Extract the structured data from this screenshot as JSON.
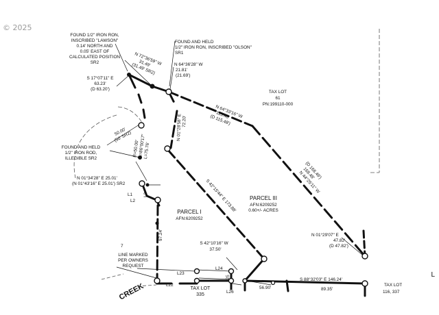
{
  "watermark": "© 2025",
  "edge_mark": "L",
  "labels": {
    "found_lawson": [
      "FOUND 1/2\" IRON RON,",
      "INSCRIBED \"LAWSON\"",
      "0.14' NORTH AND",
      "0.05' EAST OF",
      "CALCULATED POSITION",
      "SR2"
    ],
    "found_olson": [
      "FOUND AND HELD",
      "1/2\" IRON RON, INSCRIBED \"OLSON\"",
      "SR1"
    ],
    "found_illegible": [
      "FOUND AND HELD",
      "1/2\" IRON ROD,",
      "ILLEGIBLE SR2"
    ],
    "line_marked": [
      "LINE MARKED",
      "PER OWNERS",
      "REQUEST"
    ],
    "tax_lot_61": [
      "TAX LOT",
      "61",
      "PN:199110-000"
    ],
    "parcel_3": [
      "PARCEL III",
      "AFN:6209252",
      "0.60+/- ACRES"
    ],
    "parcel_1": [
      "PARCEL I",
      "AFN:6209252"
    ],
    "tax_lot_335": "TAX LOT",
    "tax_lot_335_num": "335",
    "tax_lot_116": [
      "TAX LOT",
      "116, 337"
    ],
    "creek": "CREEK",
    "lot_7": "7"
  },
  "bearings": {
    "n72": [
      "N 72°36'59\" W",
      "31.49'",
      "(31.49' SR2)"
    ],
    "n64_top": [
      "N 64°36'28\" W",
      "21.81'",
      "(21.69')"
    ],
    "s17": [
      "S 17°07'11\" E",
      "63.23'",
      "(D 63.20')"
    ],
    "n01_28": "N 01°28'58\" E",
    "n01_28_dist": "72.20'",
    "n64_mid": [
      "N 64°33'16\" W",
      "115.48'",
      "(D 115.48')"
    ],
    "n44": [
      "N 44°25'11\" W",
      "168.48'",
      "(D 168.49')"
    ],
    "s42_long": "S 42°15'44\" E  173.88'",
    "curve": [
      "50.00'",
      "(50' SR2)"
    ],
    "radius": [
      "R=50.00'",
      "Δ=86°00'17\"",
      "L=75.76'"
    ],
    "n01_34": [
      "N 01°34'28\" E  25.01'",
      "(N 01°43'16\" E 25.01') SR2"
    ],
    "n01_29": [
      "N 01°29'07\" E",
      "47.82'",
      "(D 47.82')"
    ],
    "s42_short": [
      "S 42°10'16\" W",
      "37.50'"
    ],
    "s88": "S 88°32'03\" E  146.24'",
    "dist_89": "89.35'",
    "dist_56": "56.90'",
    "dist_97": "97.24'"
  },
  "line_labels": {
    "l1": "L1",
    "l2": "L2",
    "l3": "L3",
    "l22": "L22",
    "l23": "L23",
    "l24": "L24",
    "l25": "L25",
    "l26": "L26"
  }
}
